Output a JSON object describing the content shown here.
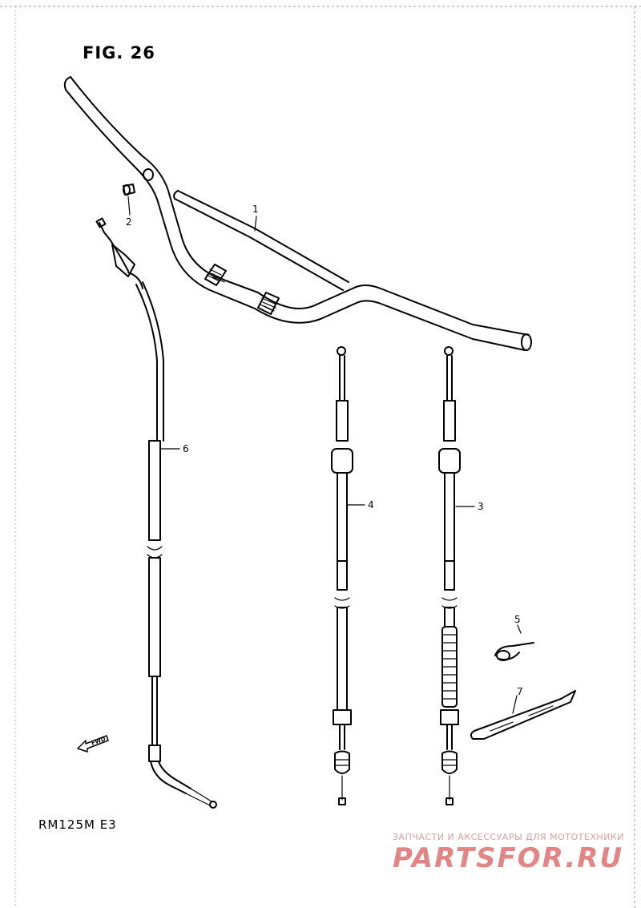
{
  "figure": {
    "title": "FIG. 26"
  },
  "callouts": [
    {
      "id": "1",
      "label": "1"
    },
    {
      "id": "2",
      "label": "2"
    },
    {
      "id": "3",
      "label": "3"
    },
    {
      "id": "4",
      "label": "4"
    },
    {
      "id": "5",
      "label": "5"
    },
    {
      "id": "6",
      "label": "6"
    },
    {
      "id": "7",
      "label": "7"
    }
  ],
  "model_code": "RM125M E3",
  "direction_marker": {
    "label": "FWD"
  },
  "watermark": {
    "tagline": "ЗАПЧАСТИ И АКСЕССУАРЫ ДЛЯ МОТОТЕХНИКИ",
    "logo_text": "PARTSFOR.RU",
    "color": "#e07070"
  }
}
